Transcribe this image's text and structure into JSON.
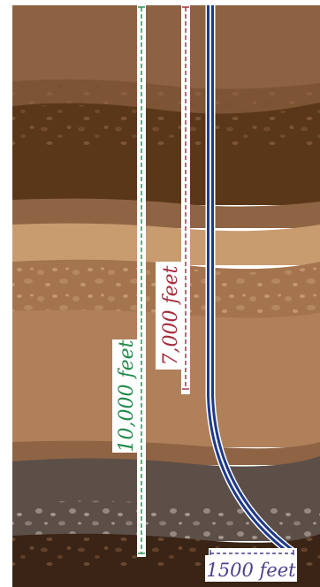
{
  "labels": {
    "vertical_depth_a": "10,000 feet",
    "vertical_depth_b": "7,000 feet",
    "horizontal_offset": "1500 feet"
  },
  "colors": {
    "label_green": "#1f8a4c",
    "label_red": "#a32a3a",
    "label_blue": "#4a3f8c",
    "well_blue": "#1f3a8a",
    "soil_light_tan": "#c99c70",
    "soil_mid_brown": "#a4744e",
    "soil_dark_brown": "#5a3718",
    "soil_grey": "#5c4f48",
    "soil_base": "#3a2416"
  }
}
